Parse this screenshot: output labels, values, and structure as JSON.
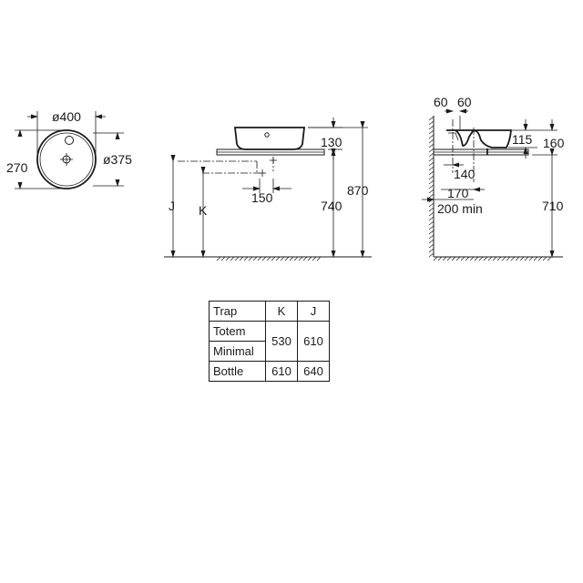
{
  "top_view": {
    "outer_diameter": "ø400",
    "inner_diameter": "ø375",
    "depth": "270"
  },
  "front_view": {
    "bowl_height": "130",
    "waste_offset": "150",
    "total_height": "870",
    "counter_height": "740",
    "label_j": "J",
    "label_k": "K"
  },
  "side_view": {
    "dim_60_a": "60",
    "dim_60_b": "60",
    "dim_115": "115",
    "dim_160": "160",
    "dim_140": "140",
    "dim_170": "170",
    "dim_200min": "200 min",
    "dim_710": "710"
  },
  "trap_table": {
    "headers": [
      "Trap",
      "K",
      "J"
    ],
    "rows": [
      {
        "trap": "Totem"
      },
      {
        "trap": "Minimal",
        "k": "530",
        "j": "610"
      },
      {
        "trap": "Bottle",
        "k": "610",
        "j": "640"
      }
    ]
  },
  "colors": {
    "line": "#1a1a1a",
    "background": "#ffffff"
  }
}
